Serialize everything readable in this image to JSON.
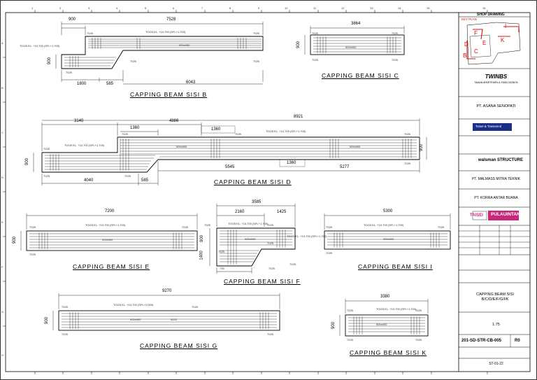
{
  "sheet_title": "SHOP DRAWING",
  "grid_columns": [
    "1",
    "2",
    "3",
    "4",
    "5",
    "6",
    "7",
    "8",
    "9",
    "10",
    "11",
    "12",
    "13",
    "14",
    "15",
    "16"
  ],
  "grid_rows": [
    "A",
    "B",
    "C",
    "D",
    "E",
    "F",
    "G",
    "H"
  ],
  "key_plan": {
    "label": "KEY PLAN",
    "zones": [
      "F",
      "I",
      "E",
      "K",
      "D",
      "B",
      "C"
    ]
  },
  "drawings": {
    "b": {
      "title": "CAPPING BEAM SISI B",
      "dims": [
        "900",
        "7528",
        "6043",
        "1800",
        "585",
        "900",
        "7025",
        "7025",
        "7025",
        "7025",
        "7025"
      ],
      "level": "TOCB EL. +10,700 (SFL+1.700)",
      "level2": "TOCB EL. +10,700 (SFL+1.700)",
      "size": "900x900"
    },
    "c": {
      "title": "CAPPING BEAM SISI C",
      "dims": [
        "3864",
        "900",
        "7025",
        "7025",
        "7025",
        "7025"
      ],
      "size": "900x900"
    },
    "d": {
      "title": "CAPPING BEAM SISI D",
      "dims": [
        "3140",
        "4886",
        "8921",
        "1360",
        "1360",
        "5545",
        "4040",
        "585",
        "900",
        "900",
        "5277",
        "1360",
        "7025",
        "7025",
        "7025",
        "7025",
        "7025",
        "7025",
        "7025"
      ],
      "level": "TOCB EL. +10,700 (SFL+1.700)",
      "level2": "TOCB EL. +10,700 (SFL+1.700)",
      "size": "900x900",
      "size2": "900x900"
    },
    "e": {
      "title": "CAPPING BEAM SISI E",
      "dims": [
        "7200",
        "900",
        "7025",
        "7025",
        "7025"
      ],
      "level": "TOCB EL. +10,700 (SFL+1.700)",
      "size": "900x900"
    },
    "f": {
      "title": "CAPPING BEAM SISI F",
      "dims": [
        "3585",
        "2160",
        "1425",
        "900",
        "1400",
        "735",
        "7025",
        "7025",
        "7025",
        "7025",
        "7025",
        "7025"
      ],
      "level": "TOCB EL. +10,700 (SFL+1.700)",
      "level2": "TOCB EL. +10,700 (SFL+1.700)",
      "size": "900x900"
    },
    "g": {
      "title": "CAPPING BEAM SISI G",
      "dims": [
        "9270",
        "900",
        "7025",
        "7025",
        "7025",
        "7025"
      ],
      "level": "TOCB EL. +10,700 (SFL+2.000)",
      "size": "900x900",
      "size2": "5025"
    },
    "i": {
      "title": "CAPPING BEAM SISI I",
      "dims": [
        "5300",
        "7025",
        "7025",
        "7025"
      ],
      "level": "TOCB EL. +10,700 (SFL+1.700)",
      "size": "900x900"
    },
    "k": {
      "title": "CAPPING BEAM SISI K",
      "dims": [
        "3380",
        "900",
        "7025",
        "7025",
        "7025",
        "7025"
      ],
      "level": "TOCB EL. +10,700 (SFL+1.700)",
      "size": "900x900"
    }
  },
  "title_block": {
    "owner": "TWINBS",
    "project": "TAMAN APARTEMEN & FASILITASNYA",
    "consultant1": "PT. ASANA SENOPATI",
    "consultant2": "Taisei & Townsend",
    "consultant3": "walsman STRUCTURE",
    "subcon1": "PT. MALMASS MITRA TEKNIK",
    "subcon2": "PT. KORRA ANTAR BUANA",
    "contractor_a": "TAISEI",
    "contractor_b": "PULAUINTAN",
    "drawing_title": "CAPPING BEAM SISI B/C/D/E/F/G/I/K",
    "scale": "1:75",
    "drawing_no": "201-SD-STR-CB-005",
    "revision": "R0",
    "sheet_no": "ST-01-22"
  }
}
